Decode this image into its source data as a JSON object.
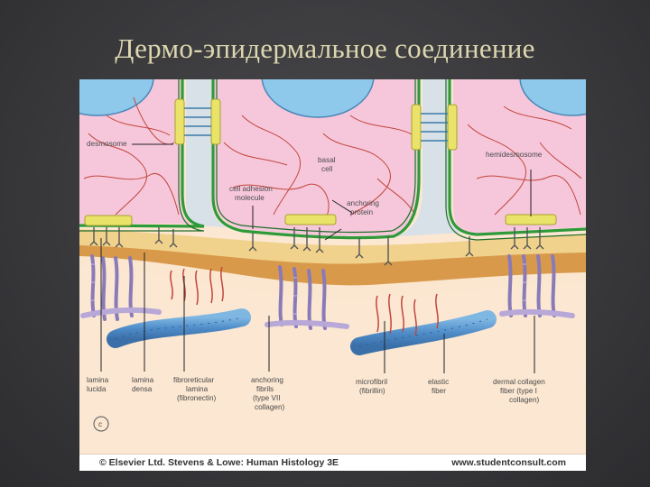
{
  "slide": {
    "title": "Дермо-эпидермальное соединение"
  },
  "diagram": {
    "labels": {
      "desmosome": "desmosome",
      "basal_cell_1": "basal",
      "basal_cell_2": "cell",
      "cell_adhesion_1": "cell adhesion",
      "cell_adhesion_2": "molecule",
      "anchoring_protein_1": "anchoring",
      "anchoring_protein_2": "protein",
      "hemidesmosome": "hemidesmosome",
      "lamina_lucida_1": "lamina",
      "lamina_lucida_2": "lucida",
      "lamina_densa_1": "lamina",
      "lamina_densa_2": "densa",
      "fibroreticular_1": "fibroreticular",
      "fibroreticular_2": "lamina",
      "fibroreticular_3": "(fibronectin)",
      "anchoring_fibrils_1": "anchoring",
      "anchoring_fibrils_2": "fibrils",
      "anchoring_fibrils_3": "(type VII",
      "anchoring_fibrils_4": "collagen)",
      "microfibril_1": "microfibril",
      "microfibril_2": "(fibrillin)",
      "elastic_1": "elastic",
      "elastic_2": "fiber",
      "dermal_collagen_1": "dermal collagen",
      "dermal_collagen_2": "fiber (type I",
      "dermal_collagen_3": "collagen)",
      "panel_letter": "c"
    },
    "credit_left": "© Elsevier Ltd. Stevens & Lowe: Human Histology 3E",
    "credit_right": "www.studentconsult.com",
    "colors": {
      "cytoplasm": "#f6c7db",
      "nucleus": "#8ec8ea",
      "membrane": "#2e9a3a",
      "desmosome": "#e9e36a",
      "lamina_lucida": "#f0d28c",
      "lamina_densa": "#d89a4a",
      "dermis": "#fbe7d2",
      "collagen_fiber": "#5b9ad0",
      "anchoring_fibril": "#8a7ab8"
    }
  }
}
